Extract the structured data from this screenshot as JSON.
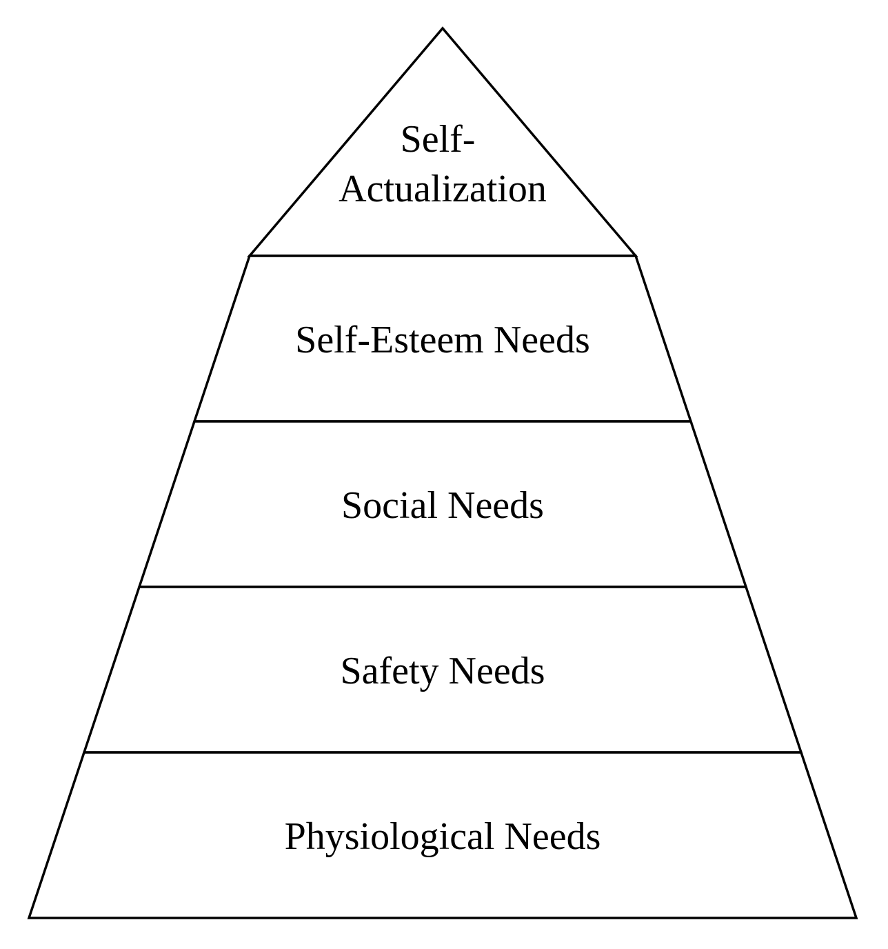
{
  "diagram": {
    "type": "pyramid",
    "stroke_color": "#000000",
    "fill_color": "#ffffff",
    "levels": [
      {
        "label_lines": [
          "Self-",
          "Actualization"
        ]
      },
      {
        "label_lines": [
          "Self-Esteem Needs"
        ]
      },
      {
        "label_lines": [
          "Social Needs"
        ]
      },
      {
        "label_lines": [
          "Safety Needs"
        ]
      },
      {
        "label_lines": [
          "Physiological Needs"
        ]
      }
    ]
  }
}
